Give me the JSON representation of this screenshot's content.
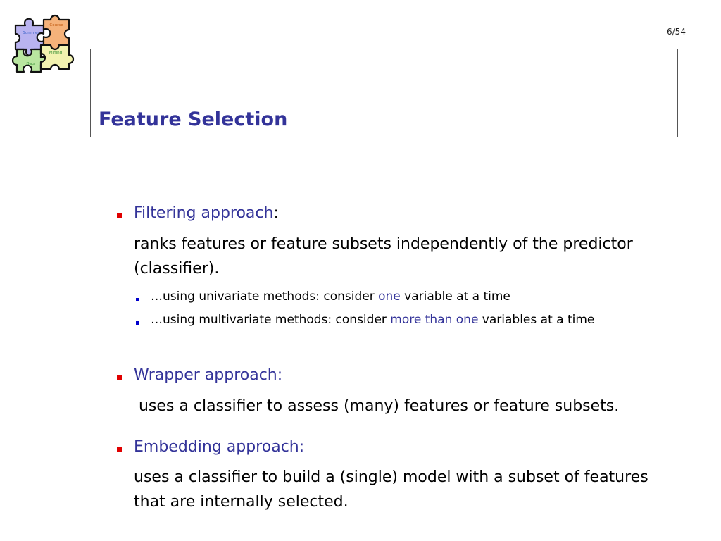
{
  "logo": {
    "pieces": [
      "Summer",
      "Course",
      "Mining",
      "Data"
    ],
    "colors": {
      "summer": "#b9b3f0",
      "course": "#f5b27a",
      "mining": "#f2f2b0",
      "data": "#b9e6a0"
    }
  },
  "slide": {
    "page": "6/54",
    "title": "Feature Selection"
  },
  "bullets": {
    "filtering": {
      "heading": "Filtering approach",
      "colon": ":",
      "desc_line1": "ranks features or feature subsets independently of the predictor",
      "desc_line2": "(classifier).",
      "subs": [
        {
          "pre": "…using univariate methods: consider ",
          "hl": "one",
          "post": " variable at a time"
        },
        {
          "pre": "…using multivariate methods: consider ",
          "hl": "more than one",
          "post": " variables at a time"
        }
      ]
    },
    "wrapper": {
      "heading": "Wrapper approach:",
      "desc": " uses a classifier to assess (many) features or feature subsets."
    },
    "embedding": {
      "heading": "Embedding approach:",
      "desc_line1": "uses a classifier to build a (single) model with a subset of features",
      "desc_line2": "that are internally selected."
    }
  },
  "colors": {
    "accent": "#333399",
    "bullet_main": "#e00000",
    "bullet_sub": "#0000cc"
  }
}
